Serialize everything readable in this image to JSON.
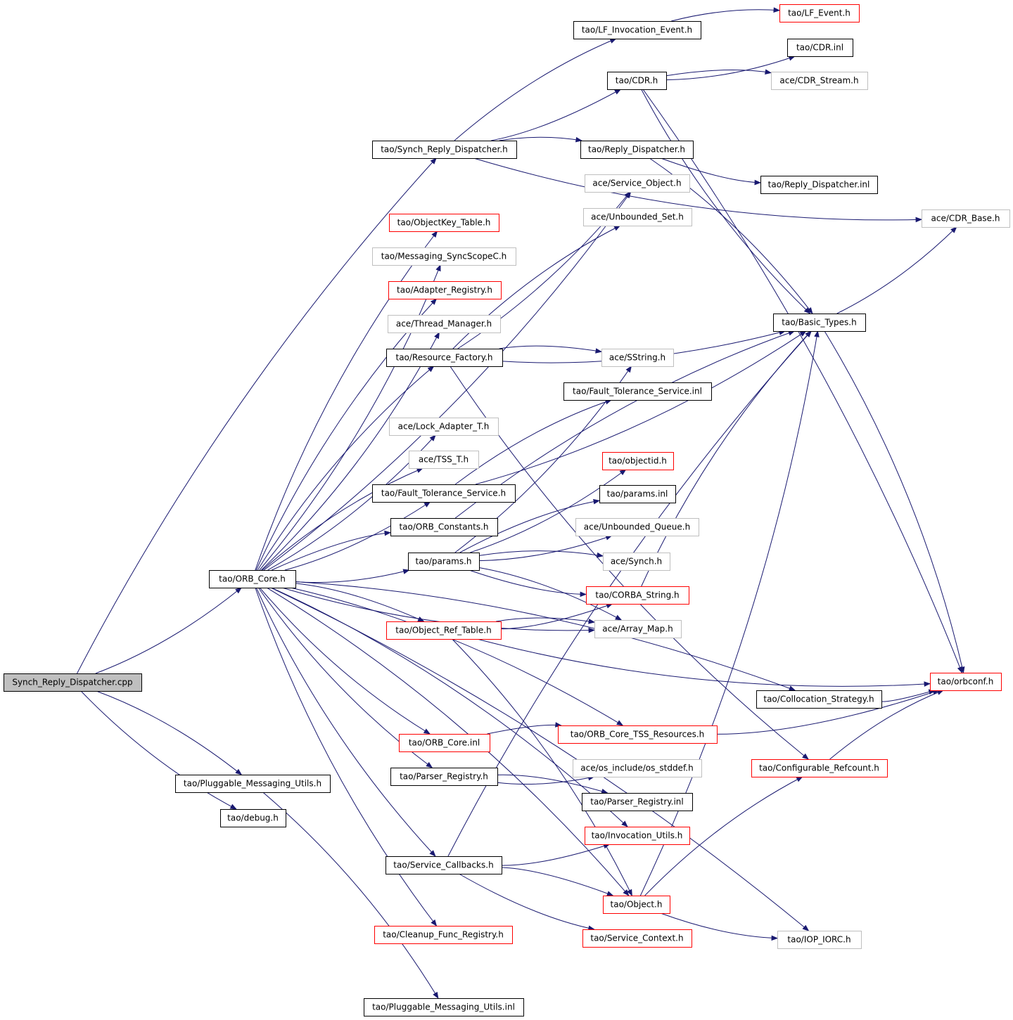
{
  "diagram": {
    "nodes": [
      {
        "id": "root",
        "label": "Synch_Reply_Dispatcher.cpp",
        "style": "root"
      },
      {
        "id": "orb_core_h",
        "label": "tao/ORB_Core.h",
        "style": "black"
      },
      {
        "id": "pmu_h",
        "label": "tao/Pluggable_Messaging_Utils.h",
        "style": "black"
      },
      {
        "id": "debug_h",
        "label": "tao/debug.h",
        "style": "black"
      },
      {
        "id": "srd_h",
        "label": "tao/Synch_Reply_Dispatcher.h",
        "style": "black"
      },
      {
        "id": "lf_inv",
        "label": "tao/LF_Invocation_Event.h",
        "style": "black"
      },
      {
        "id": "lf_event",
        "label": "tao/LF_Event.h",
        "style": "red"
      },
      {
        "id": "cdr_h",
        "label": "tao/CDR.h",
        "style": "black"
      },
      {
        "id": "cdr_inl",
        "label": "tao/CDR.inl",
        "style": "black"
      },
      {
        "id": "cdr_stream",
        "label": "ace/CDR_Stream.h",
        "style": "gray"
      },
      {
        "id": "reply_disp_h",
        "label": "tao/Reply_Dispatcher.h",
        "style": "black"
      },
      {
        "id": "reply_disp_inl",
        "label": "tao/Reply_Dispatcher.inl",
        "style": "black"
      },
      {
        "id": "cdr_base",
        "label": "ace/CDR_Base.h",
        "style": "gray"
      },
      {
        "id": "service_object",
        "label": "ace/Service_Object.h",
        "style": "gray"
      },
      {
        "id": "unbounded_set",
        "label": "ace/Unbounded_Set.h",
        "style": "gray"
      },
      {
        "id": "objectkey_table",
        "label": "tao/ObjectKey_Table.h",
        "style": "red"
      },
      {
        "id": "msg_syncscope",
        "label": "tao/Messaging_SyncScopeC.h",
        "style": "gray"
      },
      {
        "id": "adapter_registry",
        "label": "tao/Adapter_Registry.h",
        "style": "red"
      },
      {
        "id": "thread_manager",
        "label": "ace/Thread_Manager.h",
        "style": "gray"
      },
      {
        "id": "resource_factory",
        "label": "tao/Resource_Factory.h",
        "style": "black"
      },
      {
        "id": "basic_types",
        "label": "tao/Basic_Types.h",
        "style": "black"
      },
      {
        "id": "sstring",
        "label": "ace/SString.h",
        "style": "gray"
      },
      {
        "id": "ft_service_inl",
        "label": "tao/Fault_Tolerance_Service.inl",
        "style": "black"
      },
      {
        "id": "lock_adapter",
        "label": "ace/Lock_Adapter_T.h",
        "style": "gray"
      },
      {
        "id": "tss_t",
        "label": "ace/TSS_T.h",
        "style": "gray"
      },
      {
        "id": "objectid",
        "label": "tao/objectid.h",
        "style": "red"
      },
      {
        "id": "ft_service_h",
        "label": "tao/Fault_Tolerance_Service.h",
        "style": "black"
      },
      {
        "id": "params_inl",
        "label": "tao/params.inl",
        "style": "black"
      },
      {
        "id": "orb_constants",
        "label": "tao/ORB_Constants.h",
        "style": "black"
      },
      {
        "id": "unbounded_queue",
        "label": "ace/Unbounded_Queue.h",
        "style": "gray"
      },
      {
        "id": "params_h",
        "label": "tao/params.h",
        "style": "black"
      },
      {
        "id": "synch_h",
        "label": "ace/Synch.h",
        "style": "gray"
      },
      {
        "id": "corba_string",
        "label": "tao/CORBA_String.h",
        "style": "red"
      },
      {
        "id": "object_ref_table",
        "label": "tao/Object_Ref_Table.h",
        "style": "red"
      },
      {
        "id": "array_map",
        "label": "ace/Array_Map.h",
        "style": "gray"
      },
      {
        "id": "orbconf",
        "label": "tao/orbconf.h",
        "style": "red"
      },
      {
        "id": "collocation",
        "label": "tao/Collocation_Strategy.h",
        "style": "black"
      },
      {
        "id": "orb_core_inl",
        "label": "tao/ORB_Core.inl",
        "style": "red"
      },
      {
        "id": "orb_core_tss",
        "label": "tao/ORB_Core_TSS_Resources.h",
        "style": "red"
      },
      {
        "id": "configurable_refcount",
        "label": "tao/Configurable_Refcount.h",
        "style": "red"
      },
      {
        "id": "parser_registry_h",
        "label": "tao/Parser_Registry.h",
        "style": "black"
      },
      {
        "id": "os_stddef",
        "label": "ace/os_include/os_stddef.h",
        "style": "gray"
      },
      {
        "id": "parser_registry_inl",
        "label": "tao/Parser_Registry.inl",
        "style": "black"
      },
      {
        "id": "invocation_utils",
        "label": "tao/Invocation_Utils.h",
        "style": "red"
      },
      {
        "id": "service_callbacks",
        "label": "tao/Service_Callbacks.h",
        "style": "black"
      },
      {
        "id": "object_h",
        "label": "tao/Object.h",
        "style": "red"
      },
      {
        "id": "cleanup_registry",
        "label": "tao/Cleanup_Func_Registry.h",
        "style": "red"
      },
      {
        "id": "service_context",
        "label": "tao/Service_Context.h",
        "style": "red"
      },
      {
        "id": "iop_iorc",
        "label": "tao/IOP_IORC.h",
        "style": "gray"
      },
      {
        "id": "pmu_inl",
        "label": "tao/Pluggable_Messaging_Utils.inl",
        "style": "black"
      }
    ],
    "edges": [
      [
        "root",
        "srd_h"
      ],
      [
        "root",
        "orb_core_h"
      ],
      [
        "root",
        "pmu_h"
      ],
      [
        "root",
        "debug_h"
      ],
      [
        "srd_h",
        "lf_inv"
      ],
      [
        "srd_h",
        "cdr_h"
      ],
      [
        "srd_h",
        "reply_disp_h"
      ],
      [
        "srd_h",
        "cdr_base"
      ],
      [
        "lf_inv",
        "lf_event"
      ],
      [
        "cdr_h",
        "cdr_inl"
      ],
      [
        "cdr_h",
        "cdr_stream"
      ],
      [
        "cdr_h",
        "basic_types"
      ],
      [
        "cdr_h",
        "orbconf"
      ],
      [
        "reply_disp_h",
        "reply_disp_inl"
      ],
      [
        "reply_disp_h",
        "basic_types"
      ],
      [
        "basic_types",
        "cdr_base"
      ],
      [
        "basic_types",
        "orbconf"
      ],
      [
        "orb_core_h",
        "service_object"
      ],
      [
        "orb_core_h",
        "objectkey_table"
      ],
      [
        "orb_core_h",
        "msg_syncscope"
      ],
      [
        "orb_core_h",
        "adapter_registry"
      ],
      [
        "orb_core_h",
        "thread_manager"
      ],
      [
        "orb_core_h",
        "resource_factory"
      ],
      [
        "orb_core_h",
        "lock_adapter"
      ],
      [
        "orb_core_h",
        "tss_t"
      ],
      [
        "orb_core_h",
        "ft_service_h"
      ],
      [
        "orb_core_h",
        "orb_constants"
      ],
      [
        "orb_core_h",
        "params_h"
      ],
      [
        "orb_core_h",
        "object_ref_table"
      ],
      [
        "orb_core_h",
        "array_map"
      ],
      [
        "orb_core_h",
        "collocation"
      ],
      [
        "orb_core_h",
        "orb_core_inl"
      ],
      [
        "orb_core_h",
        "orb_core_tss"
      ],
      [
        "orb_core_h",
        "parser_registry_h"
      ],
      [
        "orb_core_h",
        "invocation_utils"
      ],
      [
        "orb_core_h",
        "service_callbacks"
      ],
      [
        "orb_core_h",
        "object_h"
      ],
      [
        "orb_core_h",
        "cleanup_registry"
      ],
      [
        "orb_core_h",
        "iop_iorc"
      ],
      [
        "resource_factory",
        "service_object"
      ],
      [
        "resource_factory",
        "unbounded_set"
      ],
      [
        "resource_factory",
        "basic_types"
      ],
      [
        "resource_factory",
        "sstring"
      ],
      [
        "resource_factory",
        "configurable_refcount"
      ],
      [
        "ft_service_h",
        "ft_service_inl"
      ],
      [
        "ft_service_h",
        "basic_types"
      ],
      [
        "orb_constants",
        "basic_types"
      ],
      [
        "params_h",
        "objectid"
      ],
      [
        "params_h",
        "params_inl"
      ],
      [
        "params_h",
        "unbounded_queue"
      ],
      [
        "params_h",
        "synch_h"
      ],
      [
        "params_h",
        "corba_string"
      ],
      [
        "params_h",
        "array_map"
      ],
      [
        "params_h",
        "sstring"
      ],
      [
        "corba_string",
        "basic_types"
      ],
      [
        "object_ref_table",
        "corba_string"
      ],
      [
        "object_ref_table",
        "array_map"
      ],
      [
        "object_ref_table",
        "orbconf"
      ],
      [
        "object_ref_table",
        "object_h"
      ],
      [
        "collocation",
        "orbconf"
      ],
      [
        "orb_core_inl",
        "orb_core_tss"
      ],
      [
        "orb_core_tss",
        "orbconf"
      ],
      [
        "configurable_refcount",
        "orbconf"
      ],
      [
        "parser_registry_h",
        "os_stddef"
      ],
      [
        "parser_registry_h",
        "parser_registry_inl"
      ],
      [
        "service_callbacks",
        "invocation_utils"
      ],
      [
        "service_callbacks",
        "object_h"
      ],
      [
        "service_callbacks",
        "service_context"
      ],
      [
        "service_callbacks",
        "basic_types"
      ],
      [
        "object_h",
        "iop_iorc"
      ],
      [
        "object_h",
        "configurable_refcount"
      ],
      [
        "object_h",
        "basic_types"
      ],
      [
        "pmu_h",
        "pmu_inl"
      ]
    ]
  }
}
